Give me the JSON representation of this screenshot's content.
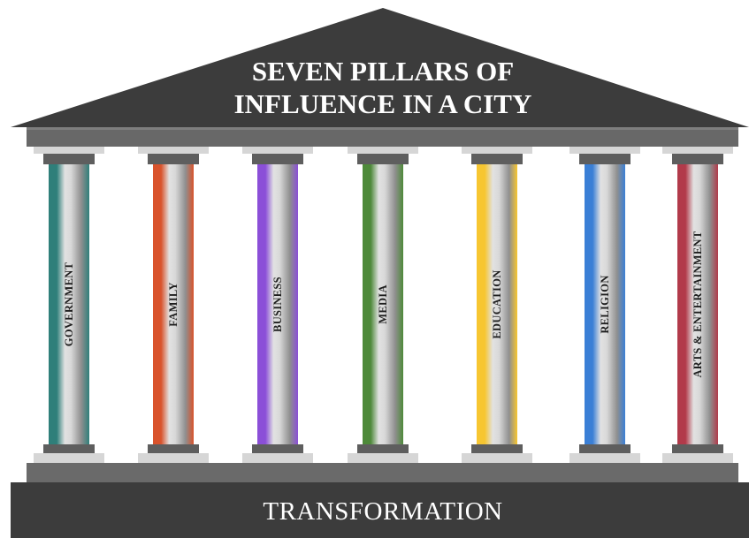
{
  "roof": {
    "title_line1": "SEVEN PILLARS OF",
    "title_line2": "INFLUENCE IN A  CITY"
  },
  "pillars": [
    {
      "label": "GOVERNMENT",
      "color": "#2f7f7a"
    },
    {
      "label": "FAMILY",
      "color": "#d9532c"
    },
    {
      "label": "BUSINESS",
      "color": "#8b4fd8"
    },
    {
      "label": "MEDIA",
      "color": "#4e8a3a"
    },
    {
      "label": "EDUCATION",
      "color": "#f7c631"
    },
    {
      "label": "RELIGION",
      "color": "#3a7fd6"
    },
    {
      "label": "ARTS & ENTERTAINMENT",
      "color": "#b23a4a"
    }
  ],
  "base": {
    "label": "TRANSFORMATION"
  },
  "colors": {
    "roof": "#3c3c3c",
    "beam": "#686868",
    "beam_light": "#7e7e7e",
    "cap_dark": "#5e5e5e",
    "cap_light": "#d6d6d6",
    "base": "#3c3c3c",
    "step": "#6a6a6a"
  }
}
